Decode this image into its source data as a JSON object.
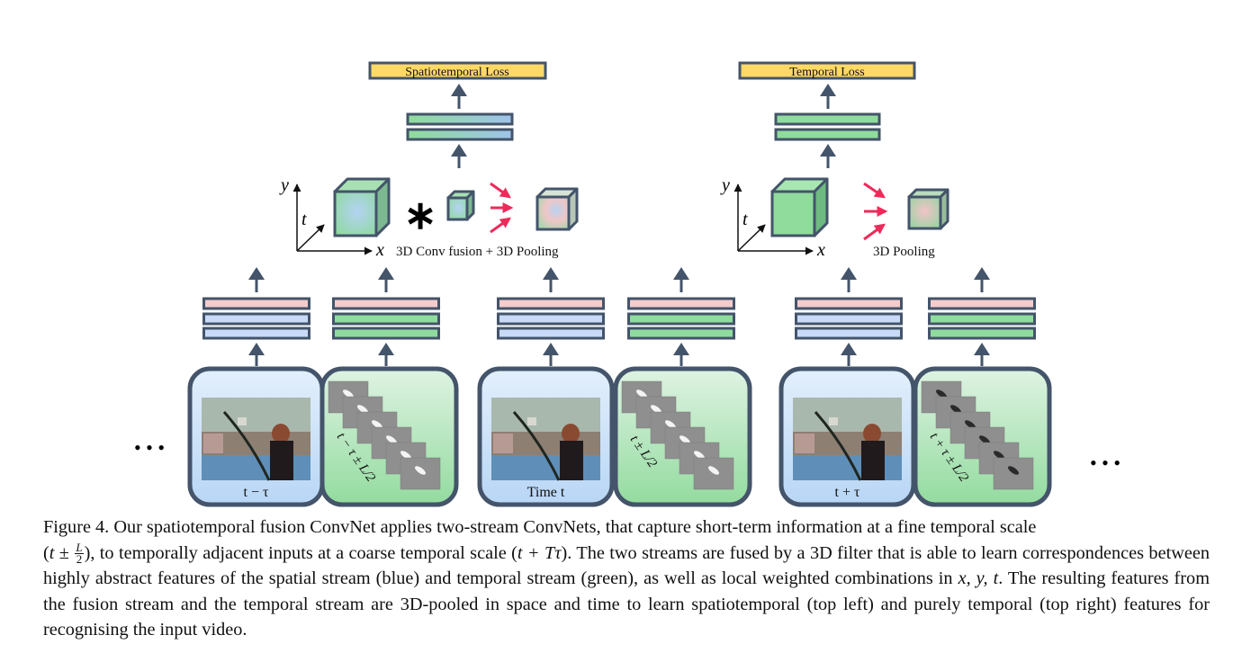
{
  "figure": {
    "losses": {
      "spatiotemporal": "Spatiotemporal Loss",
      "temporal": "Temporal Loss"
    },
    "fusion_label": "3D Conv fusion + 3D Pooling",
    "temporal_pool_label": "3D Pooling",
    "axes": {
      "x": "x",
      "y": "y",
      "t": "t"
    },
    "conv_operator": "∗",
    "ellipsis": "• • •",
    "inputs": [
      {
        "frame_label": "t − τ",
        "flow_label": "t − τ ± L/2"
      },
      {
        "frame_label": "Time t",
        "flow_label": "t ± L/2"
      },
      {
        "frame_label": "t + τ",
        "flow_label": "t + τ ± L/2"
      }
    ],
    "colors": {
      "stroke": "#44546a",
      "spatial_blue": "#c9daf8",
      "temporal_green": "#8fdc9c",
      "fc_pink": "#f4cccc",
      "loss_yellow": "#ffd966",
      "arrow_red": "#ee2a5a"
    }
  },
  "caption": {
    "label": "Figure 4.",
    "s1": "Our spatiotemporal fusion ConvNet applies two-stream ConvNets, that capture short-term information at a fine temporal scale",
    "s2a": "(",
    "s2_t": "t",
    "s2_pm": " ± ",
    "s2_num": "L",
    "s2_den": "2",
    "s2b": "), to temporally adjacent inputs at a coarse temporal scale (",
    "s2_math": "t + Tτ",
    "s2c": "). The two streams are fused by a 3D filter that is able to learn correspondences between highly abstract features of the spatial stream (blue) and temporal stream (green), as well as local weighted combinations in ",
    "s2_xyt": "x, y, t",
    "s3": ". The resulting features from the fusion stream and the temporal stream are 3D-pooled in space and time to learn spatiotemporal (top left) and purely temporal (top right) features for recognising the input video."
  }
}
